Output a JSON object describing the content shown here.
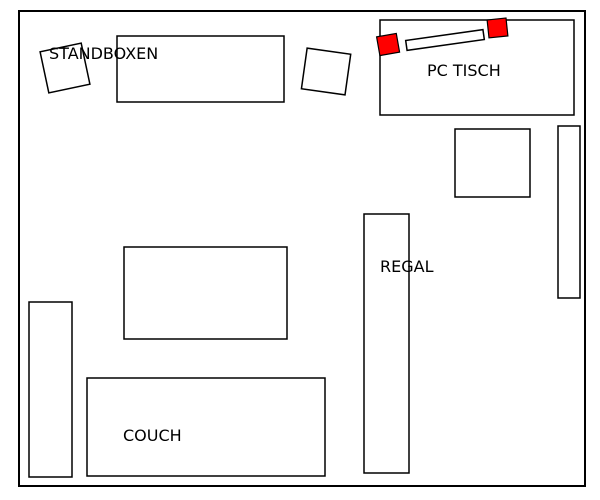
{
  "labels": {
    "speakers": "STANDBOXEN",
    "pc_desk": "PC TISCH",
    "shelf": "REGAL",
    "couch": "COUCH"
  },
  "colors": {
    "outline": "#000000",
    "background": "#ffffff",
    "speaker_accent": "#ff0000"
  }
}
